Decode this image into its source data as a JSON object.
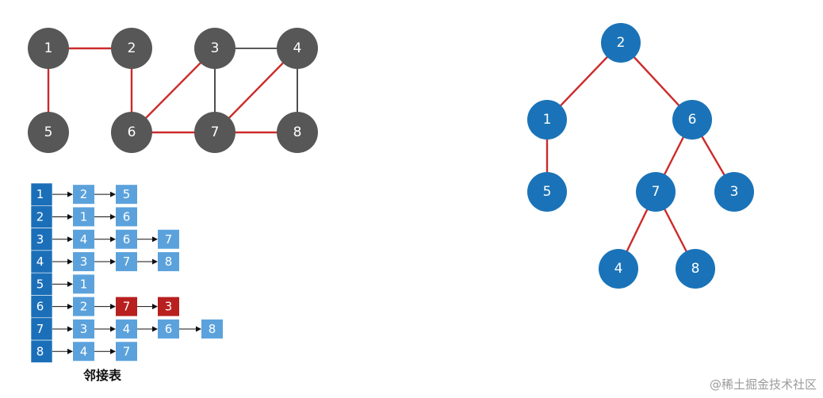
{
  "colors": {
    "graph_node": "#575757",
    "tree_node": "#1a73b8",
    "highlight_edge": "#cc2b2b",
    "plain_edge": "#222222",
    "head_cell": "#1b6fb8",
    "list_cell": "#5ba2dc",
    "marked_cell": "#b81f1f"
  },
  "graph": {
    "nodes": [
      {
        "id": "1",
        "label": "1"
      },
      {
        "id": "2",
        "label": "2"
      },
      {
        "id": "3",
        "label": "3"
      },
      {
        "id": "4",
        "label": "4"
      },
      {
        "id": "5",
        "label": "5"
      },
      {
        "id": "6",
        "label": "6"
      },
      {
        "id": "7",
        "label": "7"
      },
      {
        "id": "8",
        "label": "8"
      }
    ],
    "edges": [
      {
        "from": "1",
        "to": "2",
        "highlight": true
      },
      {
        "from": "1",
        "to": "5",
        "highlight": true
      },
      {
        "from": "2",
        "to": "6",
        "highlight": true
      },
      {
        "from": "6",
        "to": "3",
        "highlight": true
      },
      {
        "from": "6",
        "to": "7",
        "highlight": true
      },
      {
        "from": "7",
        "to": "4",
        "highlight": true
      },
      {
        "from": "7",
        "to": "8",
        "highlight": true
      },
      {
        "from": "3",
        "to": "4",
        "highlight": false
      },
      {
        "from": "3",
        "to": "7",
        "highlight": false
      },
      {
        "from": "4",
        "to": "8",
        "highlight": false
      }
    ]
  },
  "adjacency_list": {
    "caption": "邻接表",
    "rows": [
      {
        "head": "1",
        "items": [
          {
            "v": "2"
          },
          {
            "v": "5"
          }
        ]
      },
      {
        "head": "2",
        "items": [
          {
            "v": "1"
          },
          {
            "v": "6"
          }
        ]
      },
      {
        "head": "3",
        "items": [
          {
            "v": "4"
          },
          {
            "v": "6"
          },
          {
            "v": "7"
          }
        ]
      },
      {
        "head": "4",
        "items": [
          {
            "v": "3"
          },
          {
            "v": "7"
          },
          {
            "v": "8"
          }
        ]
      },
      {
        "head": "5",
        "items": [
          {
            "v": "1"
          }
        ]
      },
      {
        "head": "6",
        "items": [
          {
            "v": "2"
          },
          {
            "v": "7",
            "marked": true
          },
          {
            "v": "3",
            "marked": true
          }
        ]
      },
      {
        "head": "7",
        "items": [
          {
            "v": "3"
          },
          {
            "v": "4"
          },
          {
            "v": "6"
          },
          {
            "v": "8"
          }
        ]
      },
      {
        "head": "8",
        "items": [
          {
            "v": "4"
          },
          {
            "v": "7"
          }
        ]
      }
    ]
  },
  "tree": {
    "nodes": [
      {
        "id": "2",
        "label": "2"
      },
      {
        "id": "1",
        "label": "1"
      },
      {
        "id": "6",
        "label": "6"
      },
      {
        "id": "5",
        "label": "5"
      },
      {
        "id": "7",
        "label": "7"
      },
      {
        "id": "3",
        "label": "3"
      },
      {
        "id": "4",
        "label": "4"
      },
      {
        "id": "8",
        "label": "8"
      }
    ],
    "edges": [
      {
        "from": "2",
        "to": "1"
      },
      {
        "from": "2",
        "to": "6"
      },
      {
        "from": "1",
        "to": "5"
      },
      {
        "from": "6",
        "to": "7"
      },
      {
        "from": "6",
        "to": "3"
      },
      {
        "from": "7",
        "to": "4"
      },
      {
        "from": "7",
        "to": "8"
      }
    ]
  },
  "watermark": "@稀土掘金技术社区"
}
